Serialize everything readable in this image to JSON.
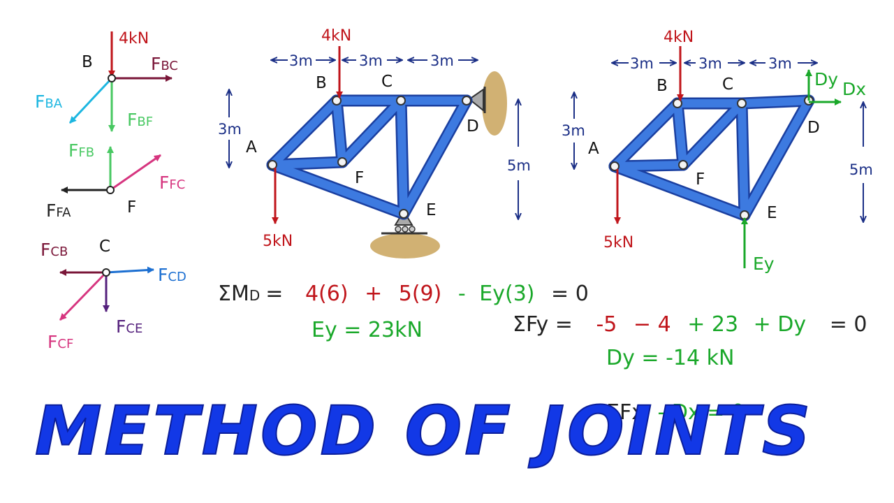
{
  "title": "METHOD OF JOINTS",
  "colors": {
    "member_fill": "#3d7ae0",
    "member_outline": "#1a3fa0",
    "load_red": "#c0151b",
    "reaction_green": "#1aa82a",
    "dimension_blue": "#1b2f86",
    "title_blue": "#1238e6",
    "cyan": "#1cb6e0",
    "magenta": "#d6357f",
    "maroon": "#7a1638",
    "purple": "#54207c",
    "ground": "#c9a35a"
  },
  "fbd": {
    "joint_b": {
      "name": "B",
      "load": "4kN",
      "fbc": "F",
      "fbc_sub": "BC",
      "fba": "F",
      "fba_sub": "BA",
      "fbf": "F",
      "fbf_sub": "BF"
    },
    "joint_f": {
      "name": "F",
      "ffb": "F",
      "ffb_sub": "FB",
      "ffc": "F",
      "ffc_sub": "FC",
      "ffa": "F",
      "ffa_sub": "FA"
    },
    "joint_c": {
      "name": "C",
      "fcb": "F",
      "fcb_sub": "CB",
      "fcd": "F",
      "fcd_sub": "CD",
      "fcf": "F",
      "fcf_sub": "CF",
      "fce": "F",
      "fce_sub": "CE"
    }
  },
  "truss": {
    "nodes": {
      "a": "A",
      "b": "B",
      "c": "C",
      "d": "D",
      "e": "E",
      "f": "F"
    },
    "dims": {
      "top": "3m",
      "left": "3m",
      "right": "5m"
    },
    "loads": {
      "top": "4kN",
      "bottom": "5kN"
    }
  },
  "reactions": {
    "dy": "Dy",
    "dx": "Dx",
    "ey": "Ey"
  },
  "equations": {
    "moment": {
      "lhs": "ΣM",
      "sub": "D",
      "eq": "=",
      "t1": "4(6)",
      "p1": "+",
      "t2": "5(9)",
      "m1": "-",
      "t3": "Ey(3)",
      "rhs": "= 0"
    },
    "ey_result": "Ey = 23kN",
    "fy": {
      "lhs": "ΣFy =",
      "t1": "-5",
      "t2": "− 4",
      "t3": "+ 23",
      "t4": "+ Dy",
      "rhs": "= 0"
    },
    "dy_result": "Dy = -14 kN",
    "fx": {
      "lhs": "ΣFx",
      "rest": "- Dx = 0"
    }
  }
}
